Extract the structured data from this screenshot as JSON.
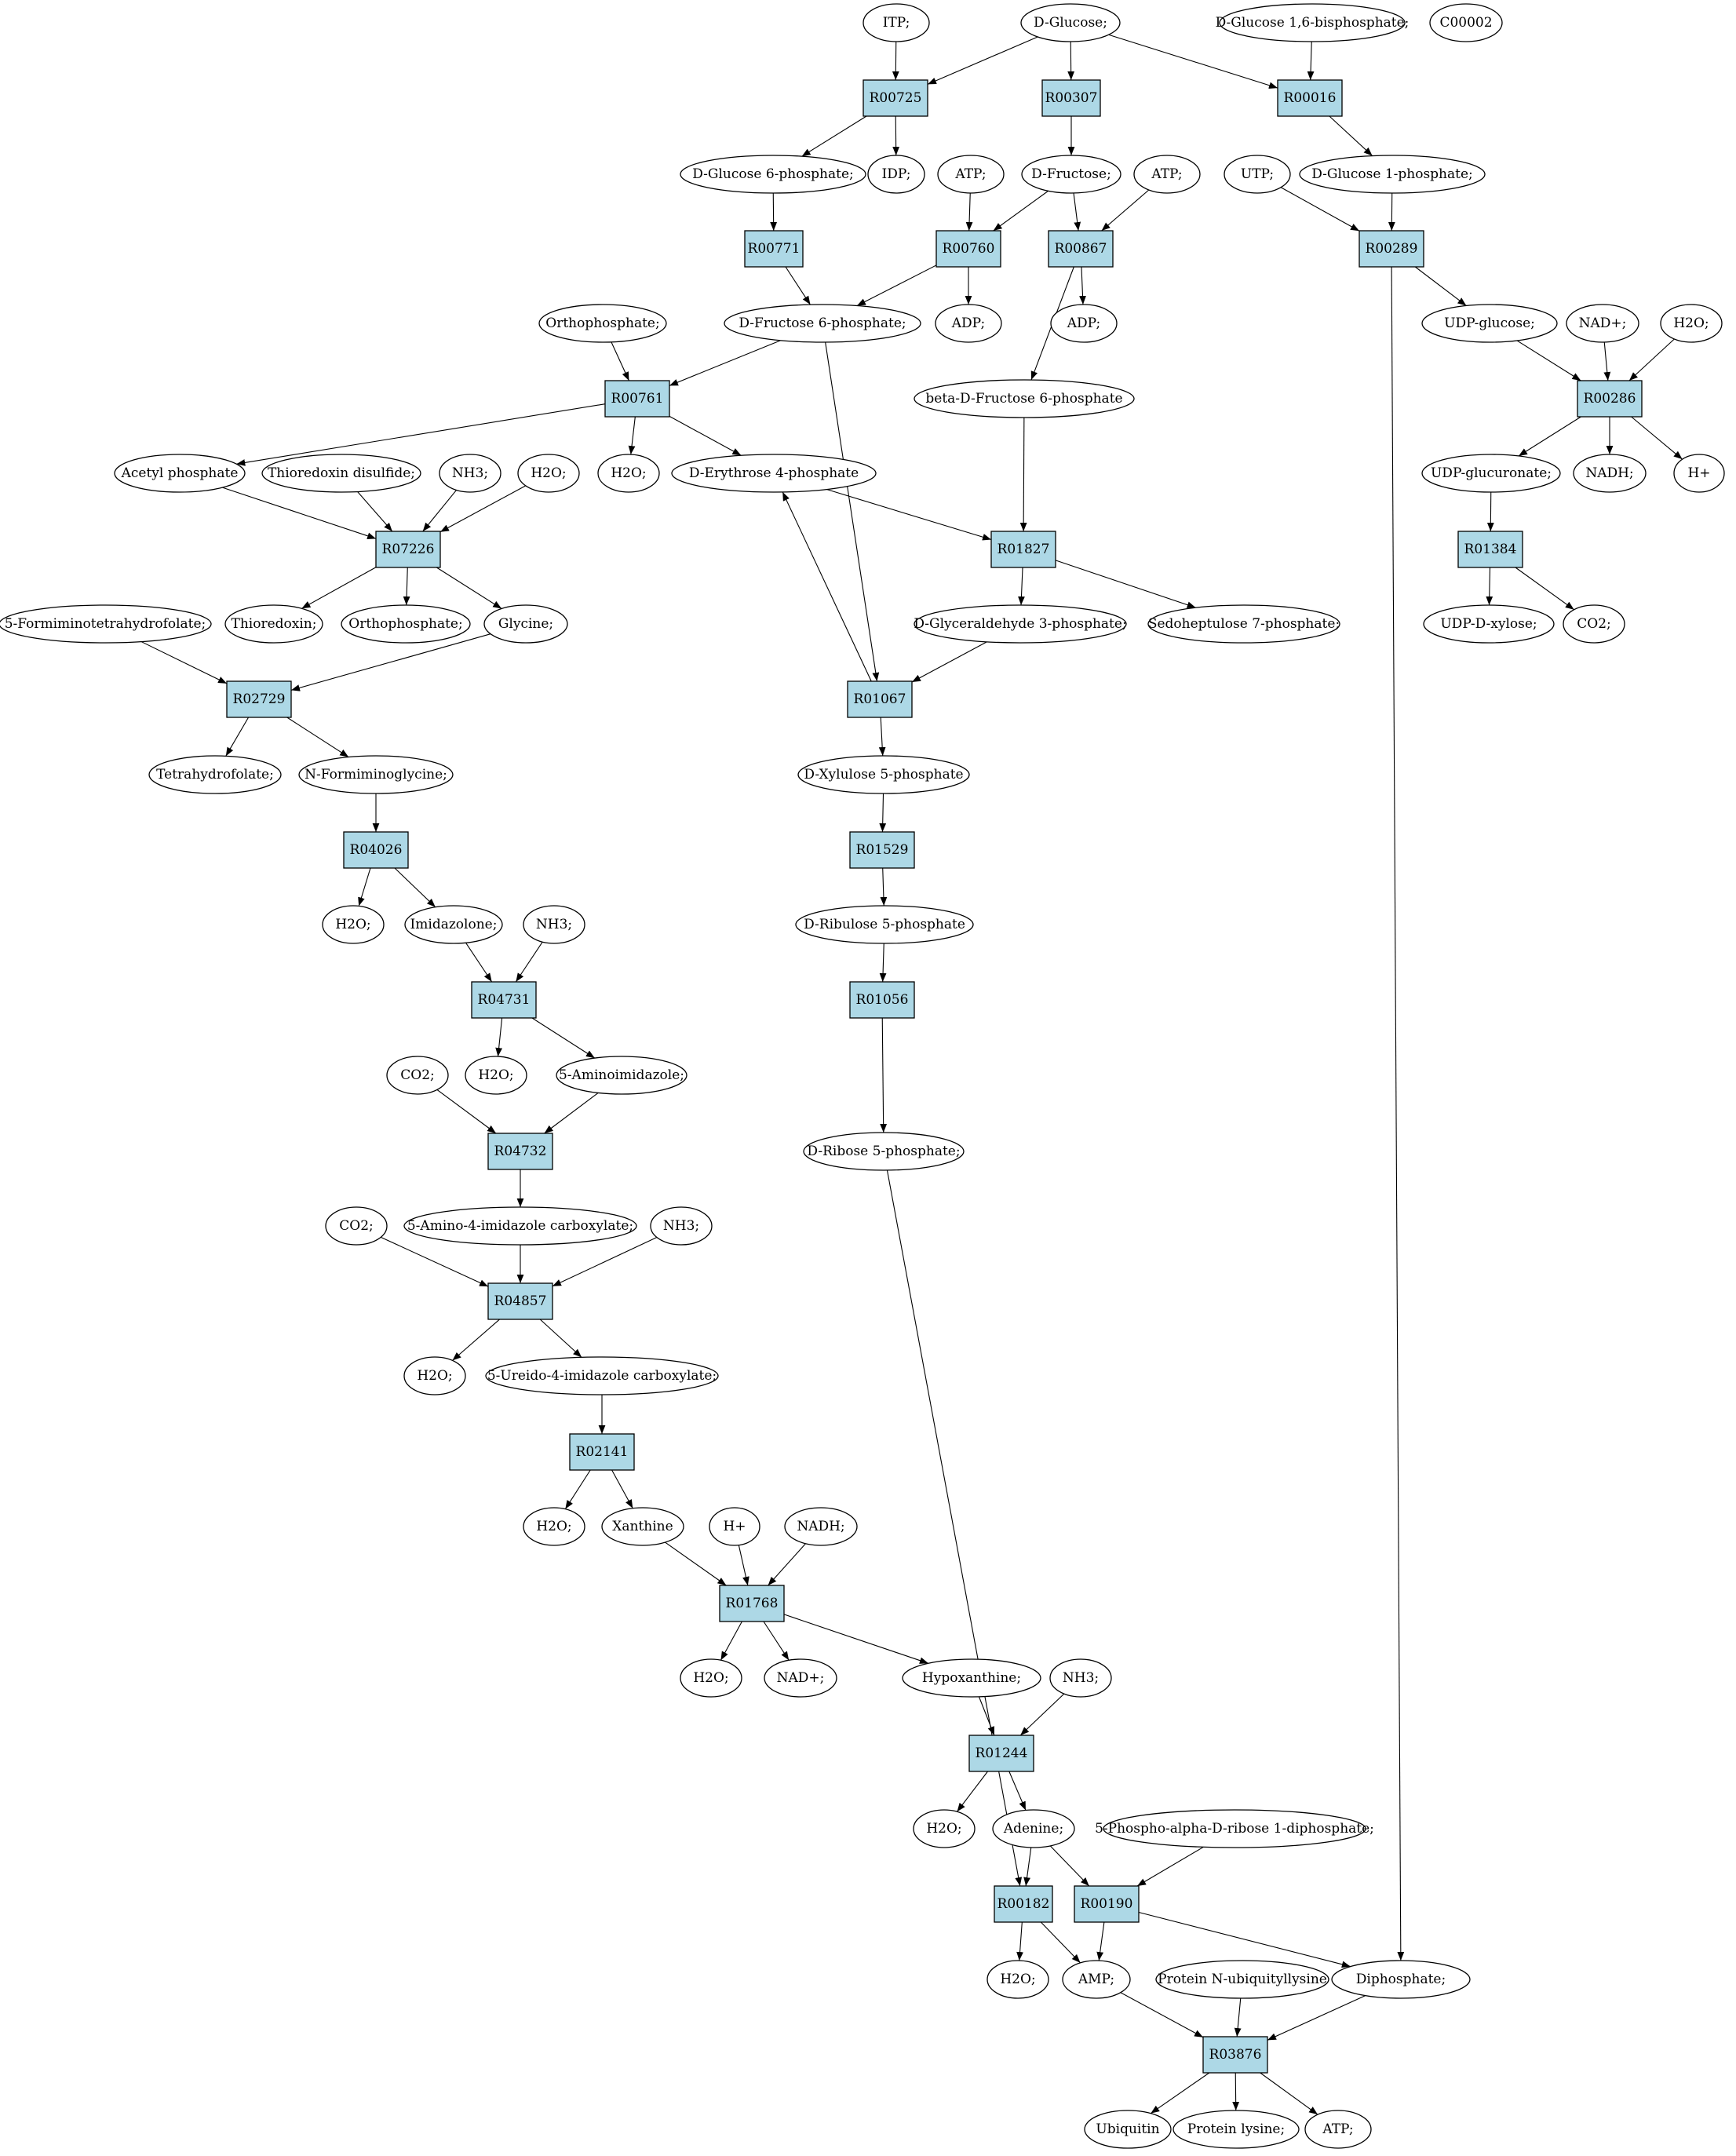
{
  "title": "",
  "colors": {
    "reaction_fill": "#add8e6",
    "compound_fill": "#ffffff",
    "highlight_start": "#00ff00",
    "highlight_target": "#ffff00",
    "edge": "#000000"
  },
  "nodes": [
    {
      "id": "n_itp",
      "kind": "compound",
      "label": "ITP;"
    },
    {
      "id": "n_dglucose",
      "kind": "compound",
      "label": "D-Glucose;",
      "highlight": "start"
    },
    {
      "id": "n_dg16bp",
      "kind": "compound",
      "label": "D-Glucose 1,6-bisphosphate;"
    },
    {
      "id": "n_c00002",
      "kind": "compound",
      "label": "C00002",
      "highlight": "target"
    },
    {
      "id": "r_R00725",
      "kind": "reaction",
      "label": "R00725"
    },
    {
      "id": "r_R00307",
      "kind": "reaction",
      "label": "R00307"
    },
    {
      "id": "r_R00016",
      "kind": "reaction",
      "label": "R00016"
    },
    {
      "id": "n_dg6p",
      "kind": "compound",
      "label": "D-Glucose 6-phosphate;"
    },
    {
      "id": "n_idp",
      "kind": "compound",
      "label": "IDP;"
    },
    {
      "id": "n_atp1",
      "kind": "compound",
      "label": "ATP;"
    },
    {
      "id": "n_dfru",
      "kind": "compound",
      "label": "D-Fructose;"
    },
    {
      "id": "n_atp2",
      "kind": "compound",
      "label": "ATP;"
    },
    {
      "id": "n_utp",
      "kind": "compound",
      "label": "UTP;"
    },
    {
      "id": "n_dg1p",
      "kind": "compound",
      "label": "D-Glucose 1-phosphate;"
    },
    {
      "id": "r_R00771",
      "kind": "reaction",
      "label": "R00771"
    },
    {
      "id": "r_R00760",
      "kind": "reaction",
      "label": "R00760"
    },
    {
      "id": "r_R00867",
      "kind": "reaction",
      "label": "R00867"
    },
    {
      "id": "r_R00289",
      "kind": "reaction",
      "label": "R00289"
    },
    {
      "id": "n_ortho1",
      "kind": "compound",
      "label": "Orthophosphate;"
    },
    {
      "id": "n_df6p",
      "kind": "compound",
      "label": "D-Fructose 6-phosphate;"
    },
    {
      "id": "n_adp1",
      "kind": "compound",
      "label": "ADP;"
    },
    {
      "id": "n_adp2",
      "kind": "compound",
      "label": "ADP;"
    },
    {
      "id": "n_udpglc",
      "kind": "compound",
      "label": "UDP-glucose;"
    },
    {
      "id": "n_nadp1",
      "kind": "compound",
      "label": "NAD+;"
    },
    {
      "id": "n_h2o_a",
      "kind": "compound",
      "label": "H2O;"
    },
    {
      "id": "r_R00761",
      "kind": "reaction",
      "label": "R00761"
    },
    {
      "id": "n_bdf6p",
      "kind": "compound",
      "label": "beta-D-Fructose 6-phosphate"
    },
    {
      "id": "r_R00286",
      "kind": "reaction",
      "label": "R00286"
    },
    {
      "id": "n_acp",
      "kind": "compound",
      "label": "Acetyl phosphate"
    },
    {
      "id": "n_trxds",
      "kind": "compound",
      "label": "Thioredoxin disulfide;"
    },
    {
      "id": "n_nh3_a",
      "kind": "compound",
      "label": "NH3;"
    },
    {
      "id": "n_h2o_b",
      "kind": "compound",
      "label": "H2O;"
    },
    {
      "id": "n_h2o_c",
      "kind": "compound",
      "label": "H2O;"
    },
    {
      "id": "n_de4p",
      "kind": "compound",
      "label": "D-Erythrose 4-phosphate"
    },
    {
      "id": "n_udpgca",
      "kind": "compound",
      "label": "UDP-glucuronate;"
    },
    {
      "id": "n_nadh1",
      "kind": "compound",
      "label": "NADH;"
    },
    {
      "id": "n_hplus1",
      "kind": "compound",
      "label": "H+"
    },
    {
      "id": "r_R07226",
      "kind": "reaction",
      "label": "R07226"
    },
    {
      "id": "r_R01827",
      "kind": "reaction",
      "label": "R01827"
    },
    {
      "id": "r_R01384",
      "kind": "reaction",
      "label": "R01384"
    },
    {
      "id": "n_5fthf",
      "kind": "compound",
      "label": "5-Formiminotetrahydrofolate;"
    },
    {
      "id": "n_trx",
      "kind": "compound",
      "label": "Thioredoxin;"
    },
    {
      "id": "n_ortho2",
      "kind": "compound",
      "label": "Orthophosphate;"
    },
    {
      "id": "n_gly",
      "kind": "compound",
      "label": "Glycine;"
    },
    {
      "id": "n_dga3p",
      "kind": "compound",
      "label": "D-Glyceraldehyde 3-phosphate;"
    },
    {
      "id": "n_s7p",
      "kind": "compound",
      "label": "Sedoheptulose 7-phosphate;"
    },
    {
      "id": "n_udpxyl",
      "kind": "compound",
      "label": "UDP-D-xylose;"
    },
    {
      "id": "n_co2_a",
      "kind": "compound",
      "label": "CO2;"
    },
    {
      "id": "r_R02729",
      "kind": "reaction",
      "label": "R02729"
    },
    {
      "id": "r_R01067",
      "kind": "reaction",
      "label": "R01067"
    },
    {
      "id": "n_thf",
      "kind": "compound",
      "label": "Tetrahydrofolate;"
    },
    {
      "id": "n_nfgly",
      "kind": "compound",
      "label": "N-Formiminoglycine;"
    },
    {
      "id": "n_dx5p",
      "kind": "compound",
      "label": "D-Xylulose 5-phosphate"
    },
    {
      "id": "r_R04026",
      "kind": "reaction",
      "label": "R04026"
    },
    {
      "id": "r_R01529",
      "kind": "reaction",
      "label": "R01529"
    },
    {
      "id": "n_h2o_d",
      "kind": "compound",
      "label": "H2O;"
    },
    {
      "id": "n_imz",
      "kind": "compound",
      "label": "Imidazolone;"
    },
    {
      "id": "n_nh3_b",
      "kind": "compound",
      "label": "NH3;"
    },
    {
      "id": "n_dr5p",
      "kind": "compound",
      "label": "D-Ribulose 5-phosphate"
    },
    {
      "id": "r_R04731",
      "kind": "reaction",
      "label": "R04731"
    },
    {
      "id": "r_R01056",
      "kind": "reaction",
      "label": "R01056"
    },
    {
      "id": "n_co2_b",
      "kind": "compound",
      "label": "CO2;"
    },
    {
      "id": "n_h2o_e",
      "kind": "compound",
      "label": "H2O;"
    },
    {
      "id": "n_5aiz",
      "kind": "compound",
      "label": "5-Aminoimidazole;"
    },
    {
      "id": "r_R04732",
      "kind": "reaction",
      "label": "R04732"
    },
    {
      "id": "n_drib5p",
      "kind": "compound",
      "label": "D-Ribose 5-phosphate;"
    },
    {
      "id": "n_co2_c",
      "kind": "compound",
      "label": "CO2;"
    },
    {
      "id": "n_5a4ic",
      "kind": "compound",
      "label": "5-Amino-4-imidazole carboxylate;"
    },
    {
      "id": "n_nh3_c",
      "kind": "compound",
      "label": "NH3;"
    },
    {
      "id": "r_R04857",
      "kind": "reaction",
      "label": "R04857"
    },
    {
      "id": "n_h2o_f",
      "kind": "compound",
      "label": "H2O;"
    },
    {
      "id": "n_5u4ic",
      "kind": "compound",
      "label": "5-Ureido-4-imidazole carboxylate;"
    },
    {
      "id": "r_R02141",
      "kind": "reaction",
      "label": "R02141"
    },
    {
      "id": "n_h2o_g",
      "kind": "compound",
      "label": "H2O;"
    },
    {
      "id": "n_xan",
      "kind": "compound",
      "label": "Xanthine"
    },
    {
      "id": "n_hplus2",
      "kind": "compound",
      "label": "H+"
    },
    {
      "id": "n_nadh2",
      "kind": "compound",
      "label": "NADH;"
    },
    {
      "id": "r_R01768",
      "kind": "reaction",
      "label": "R01768"
    },
    {
      "id": "n_h2o_h",
      "kind": "compound",
      "label": "H2O;"
    },
    {
      "id": "n_nadp2",
      "kind": "compound",
      "label": "NAD+;"
    },
    {
      "id": "n_hyp",
      "kind": "compound",
      "label": "Hypoxanthine;"
    },
    {
      "id": "n_nh3_d",
      "kind": "compound",
      "label": "NH3;"
    },
    {
      "id": "r_R01244",
      "kind": "reaction",
      "label": "R01244"
    },
    {
      "id": "n_h2o_i",
      "kind": "compound",
      "label": "H2O;"
    },
    {
      "id": "n_ade",
      "kind": "compound",
      "label": "Adenine;"
    },
    {
      "id": "n_prpp",
      "kind": "compound",
      "label": "5-Phospho-alpha-D-ribose 1-diphosphate;"
    },
    {
      "id": "r_R00182",
      "kind": "reaction",
      "label": "R00182"
    },
    {
      "id": "r_R00190",
      "kind": "reaction",
      "label": "R00190"
    },
    {
      "id": "n_h2o_j",
      "kind": "compound",
      "label": "H2O;"
    },
    {
      "id": "n_amp",
      "kind": "compound",
      "label": "AMP;"
    },
    {
      "id": "n_pnul",
      "kind": "compound",
      "label": "Protein N-ubiquityllysine"
    },
    {
      "id": "n_ppi",
      "kind": "compound",
      "label": "Diphosphate;"
    },
    {
      "id": "r_R03876",
      "kind": "reaction",
      "label": "R03876"
    },
    {
      "id": "n_ubq",
      "kind": "compound",
      "label": "Ubiquitin"
    },
    {
      "id": "n_plys",
      "kind": "compound",
      "label": "Protein lysine;"
    },
    {
      "id": "n_atp3",
      "kind": "compound",
      "label": "ATP;"
    }
  ],
  "edges": [
    [
      "n_itp",
      "r_R00725"
    ],
    [
      "n_dglucose",
      "r_R00725"
    ],
    [
      "n_dglucose",
      "r_R00307"
    ],
    [
      "n_dglucose",
      "r_R00016"
    ],
    [
      "n_dg16bp",
      "r_R00016"
    ],
    [
      "r_R00725",
      "n_dg6p"
    ],
    [
      "r_R00725",
      "n_idp"
    ],
    [
      "r_R00307",
      "n_dfru"
    ],
    [
      "r_R00016",
      "n_dg1p"
    ],
    [
      "n_dg6p",
      "r_R00771"
    ],
    [
      "n_atp1",
      "r_R00760"
    ],
    [
      "n_dfru",
      "r_R00760"
    ],
    [
      "n_dfru",
      "r_R00867"
    ],
    [
      "n_atp2",
      "r_R00867"
    ],
    [
      "n_utp",
      "r_R00289"
    ],
    [
      "n_dg1p",
      "r_R00289"
    ],
    [
      "r_R00771",
      "n_df6p"
    ],
    [
      "r_R00760",
      "n_df6p"
    ],
    [
      "r_R00760",
      "n_adp1"
    ],
    [
      "r_R00867",
      "n_adp2"
    ],
    [
      "r_R00867",
      "n_bdf6p"
    ],
    [
      "r_R00289",
      "n_udpglc"
    ],
    [
      "r_R00289",
      "n_ppi"
    ],
    [
      "n_ortho1",
      "r_R00761"
    ],
    [
      "n_df6p",
      "r_R00761"
    ],
    [
      "n_df6p",
      "r_R01067"
    ],
    [
      "n_udpglc",
      "r_R00286"
    ],
    [
      "n_nadp1",
      "r_R00286"
    ],
    [
      "n_h2o_a",
      "r_R00286"
    ],
    [
      "r_R00761",
      "n_acp"
    ],
    [
      "r_R00761",
      "n_h2o_c"
    ],
    [
      "r_R00761",
      "n_de4p"
    ],
    [
      "n_bdf6p",
      "r_R01827"
    ],
    [
      "r_R00286",
      "n_udpgca"
    ],
    [
      "r_R00286",
      "n_nadh1"
    ],
    [
      "r_R00286",
      "n_hplus1"
    ],
    [
      "n_acp",
      "r_R07226"
    ],
    [
      "n_trxds",
      "r_R07226"
    ],
    [
      "n_nh3_a",
      "r_R07226"
    ],
    [
      "n_h2o_b",
      "r_R07226"
    ],
    [
      "n_de4p",
      "r_R01827"
    ],
    [
      "n_udpgca",
      "r_R01384"
    ],
    [
      "r_R07226",
      "n_trx"
    ],
    [
      "r_R07226",
      "n_ortho2"
    ],
    [
      "r_R07226",
      "n_gly"
    ],
    [
      "r_R01827",
      "n_dga3p"
    ],
    [
      "r_R01827",
      "n_s7p"
    ],
    [
      "r_R01384",
      "n_udpxyl"
    ],
    [
      "r_R01384",
      "n_co2_a"
    ],
    [
      "n_5fthf",
      "r_R02729"
    ],
    [
      "n_gly",
      "r_R02729"
    ],
    [
      "n_dga3p",
      "r_R01067"
    ],
    [
      "r_R01067",
      "n_de4p"
    ],
    [
      "r_R02729",
      "n_thf"
    ],
    [
      "r_R02729",
      "n_nfgly"
    ],
    [
      "r_R01067",
      "n_dx5p"
    ],
    [
      "n_nfgly",
      "r_R04026"
    ],
    [
      "n_dx5p",
      "r_R01529"
    ],
    [
      "r_R04026",
      "n_h2o_d"
    ],
    [
      "r_R04026",
      "n_imz"
    ],
    [
      "r_R01529",
      "n_dr5p"
    ],
    [
      "n_imz",
      "r_R04731"
    ],
    [
      "n_nh3_b",
      "r_R04731"
    ],
    [
      "n_dr5p",
      "r_R01056"
    ],
    [
      "r_R04731",
      "n_h2o_e"
    ],
    [
      "r_R04731",
      "n_5aiz"
    ],
    [
      "r_R01056",
      "n_drib5p"
    ],
    [
      "n_co2_b",
      "r_R04732"
    ],
    [
      "n_5aiz",
      "r_R04732"
    ],
    [
      "r_R04732",
      "n_5a4ic"
    ],
    [
      "n_co2_c",
      "r_R04857"
    ],
    [
      "n_5a4ic",
      "r_R04857"
    ],
    [
      "n_nh3_c",
      "r_R04857"
    ],
    [
      "r_R04857",
      "n_h2o_f"
    ],
    [
      "r_R04857",
      "n_5u4ic"
    ],
    [
      "n_5u4ic",
      "r_R02141"
    ],
    [
      "r_R02141",
      "n_h2o_g"
    ],
    [
      "r_R02141",
      "n_xan"
    ],
    [
      "n_xan",
      "r_R01768"
    ],
    [
      "n_hplus2",
      "r_R01768"
    ],
    [
      "n_nadh2",
      "r_R01768"
    ],
    [
      "r_R01768",
      "n_h2o_h"
    ],
    [
      "r_R01768",
      "n_nadp2"
    ],
    [
      "r_R01768",
      "n_hyp"
    ],
    [
      "n_hyp",
      "r_R01244"
    ],
    [
      "n_nh3_d",
      "r_R01244"
    ],
    [
      "r_R01244",
      "n_h2o_i"
    ],
    [
      "r_R01244",
      "n_ade"
    ],
    [
      "n_drib5p",
      "r_R00182"
    ],
    [
      "n_ade",
      "r_R00182"
    ],
    [
      "n_ade",
      "r_R00190"
    ],
    [
      "n_prpp",
      "r_R00190"
    ],
    [
      "r_R00182",
      "n_h2o_j"
    ],
    [
      "r_R00182",
      "n_amp"
    ],
    [
      "r_R00190",
      "n_amp"
    ],
    [
      "r_R00190",
      "n_ppi"
    ],
    [
      "n_amp",
      "r_R03876"
    ],
    [
      "n_pnul",
      "r_R03876"
    ],
    [
      "n_ppi",
      "r_R03876"
    ],
    [
      "r_R03876",
      "n_ubq"
    ],
    [
      "r_R03876",
      "n_plys"
    ],
    [
      "r_R03876",
      "n_atp3"
    ]
  ]
}
